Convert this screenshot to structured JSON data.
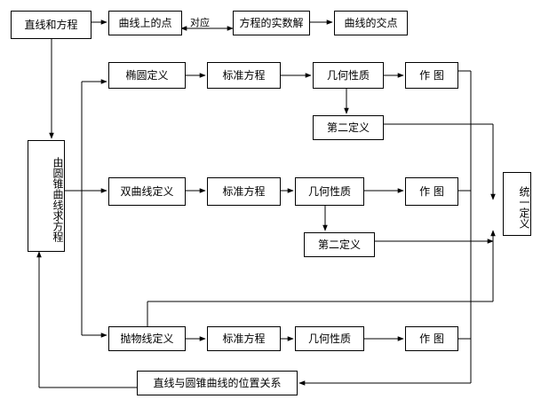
{
  "nodes": {
    "line_and_eq": "直线和方程",
    "points_on_curve": "曲线上的点",
    "correspond": "对应",
    "real_solutions": "方程的实数解",
    "curve_intersection": "曲线的交点",
    "find_conic_eq": "由圆锥曲线求方程",
    "ellipse_def": "椭圆定义",
    "hyperbola_def": "双曲线定义",
    "parabola_def": "抛物线定义",
    "standard_eq": "标准方程",
    "geometric_props": "几何性质",
    "drawing": "作 图",
    "second_def": "第二定义",
    "unified_def": "统一定义",
    "position_relation": "直线与圆锥曲线的位置关系"
  }
}
